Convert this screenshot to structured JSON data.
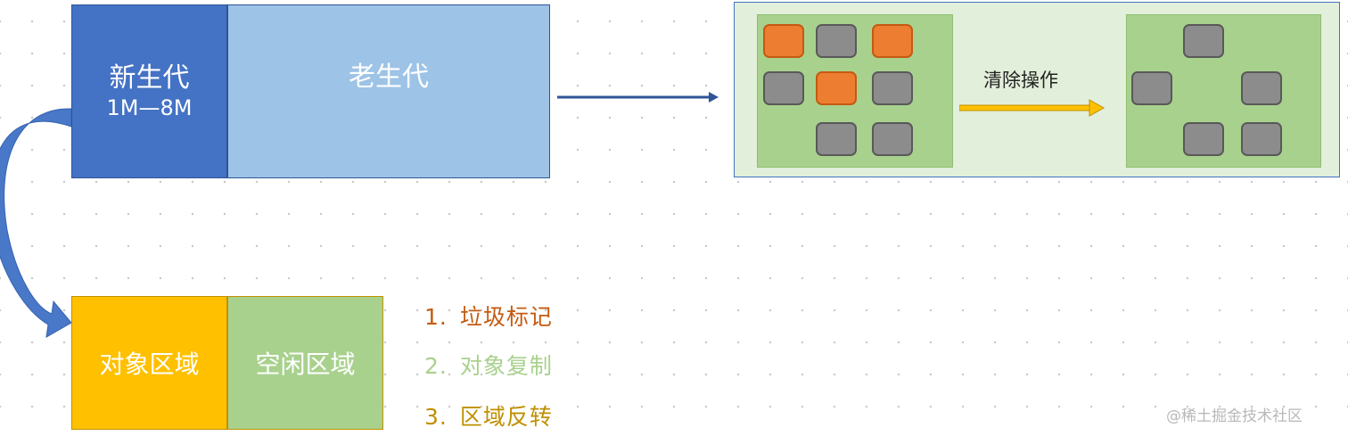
{
  "memory": {
    "young_gen": {
      "label": "新生代",
      "size": "1M—8M"
    },
    "old_gen": {
      "label": "老生代"
    }
  },
  "young_split": {
    "object_area": "对象区域",
    "free_area": "空闲区域"
  },
  "steps": [
    {
      "num": "1.",
      "text": "垃圾标记",
      "color": "#c55a11"
    },
    {
      "num": "2.",
      "text": "对象复制",
      "color": "#a9d18e"
    },
    {
      "num": "3.",
      "text": "区域反转",
      "color": "#bf9000"
    }
  ],
  "cleanup": {
    "label": "清除操作",
    "before_cells": [
      "orange",
      "gray",
      "orange",
      "gray",
      "orange",
      "gray",
      "gray",
      "gray"
    ],
    "after_cells": [
      "gray",
      "gray",
      "gray",
      "gray",
      "gray"
    ]
  },
  "colors": {
    "young": "#4472c4",
    "old": "#9dc3e6",
    "object_area": "#ffc000",
    "free_area": "#a9d18e",
    "marked": "#ed7d31",
    "live": "#8c8c8c",
    "arrow_blue": "#2f5597",
    "arrow_gold": "#ffc000"
  },
  "watermark": "@稀土掘金技术社区"
}
